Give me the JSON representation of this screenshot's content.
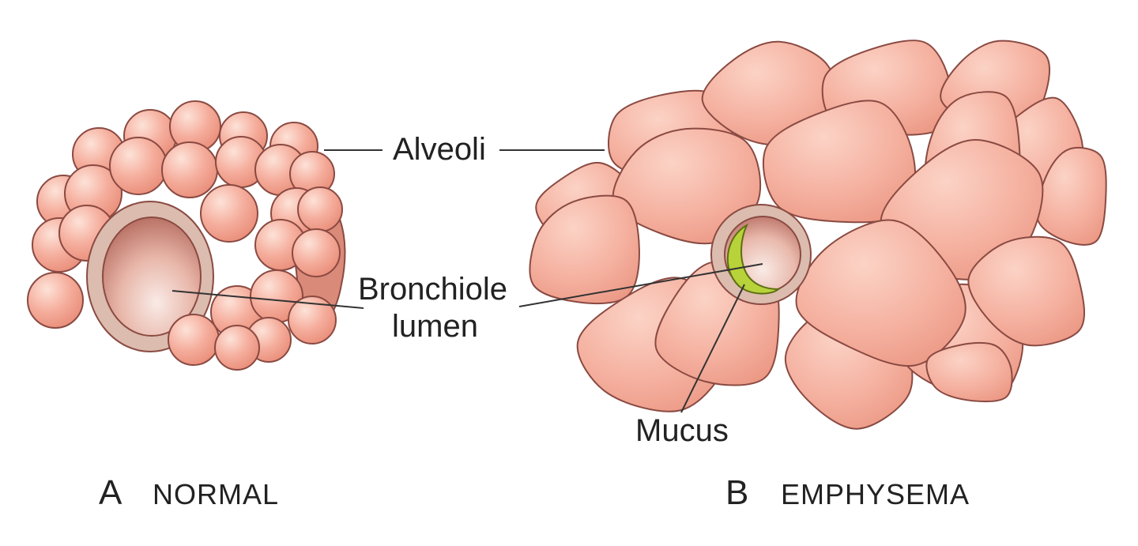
{
  "panels": [
    {
      "letter": "A",
      "title": "NORMAL"
    },
    {
      "letter": "B",
      "title": "EMPHYSEMA"
    }
  ],
  "labels": {
    "alveoli": "Alveoli",
    "bronchiole_line1": "Bronchiole",
    "bronchiole_line2": "lumen",
    "mucus": "Mucus"
  },
  "colors": {
    "alveolus_light": "#fbd8cc",
    "alveolus_mid": "#f4aa98",
    "alveolus_dark": "#e98f7b",
    "outline": "#8a4a42",
    "bronchiole_wall": "#dbbcae",
    "lumen_light": "#f7e3dc",
    "lumen_dark": "#a9584c",
    "mucus": "#b8d23a"
  }
}
